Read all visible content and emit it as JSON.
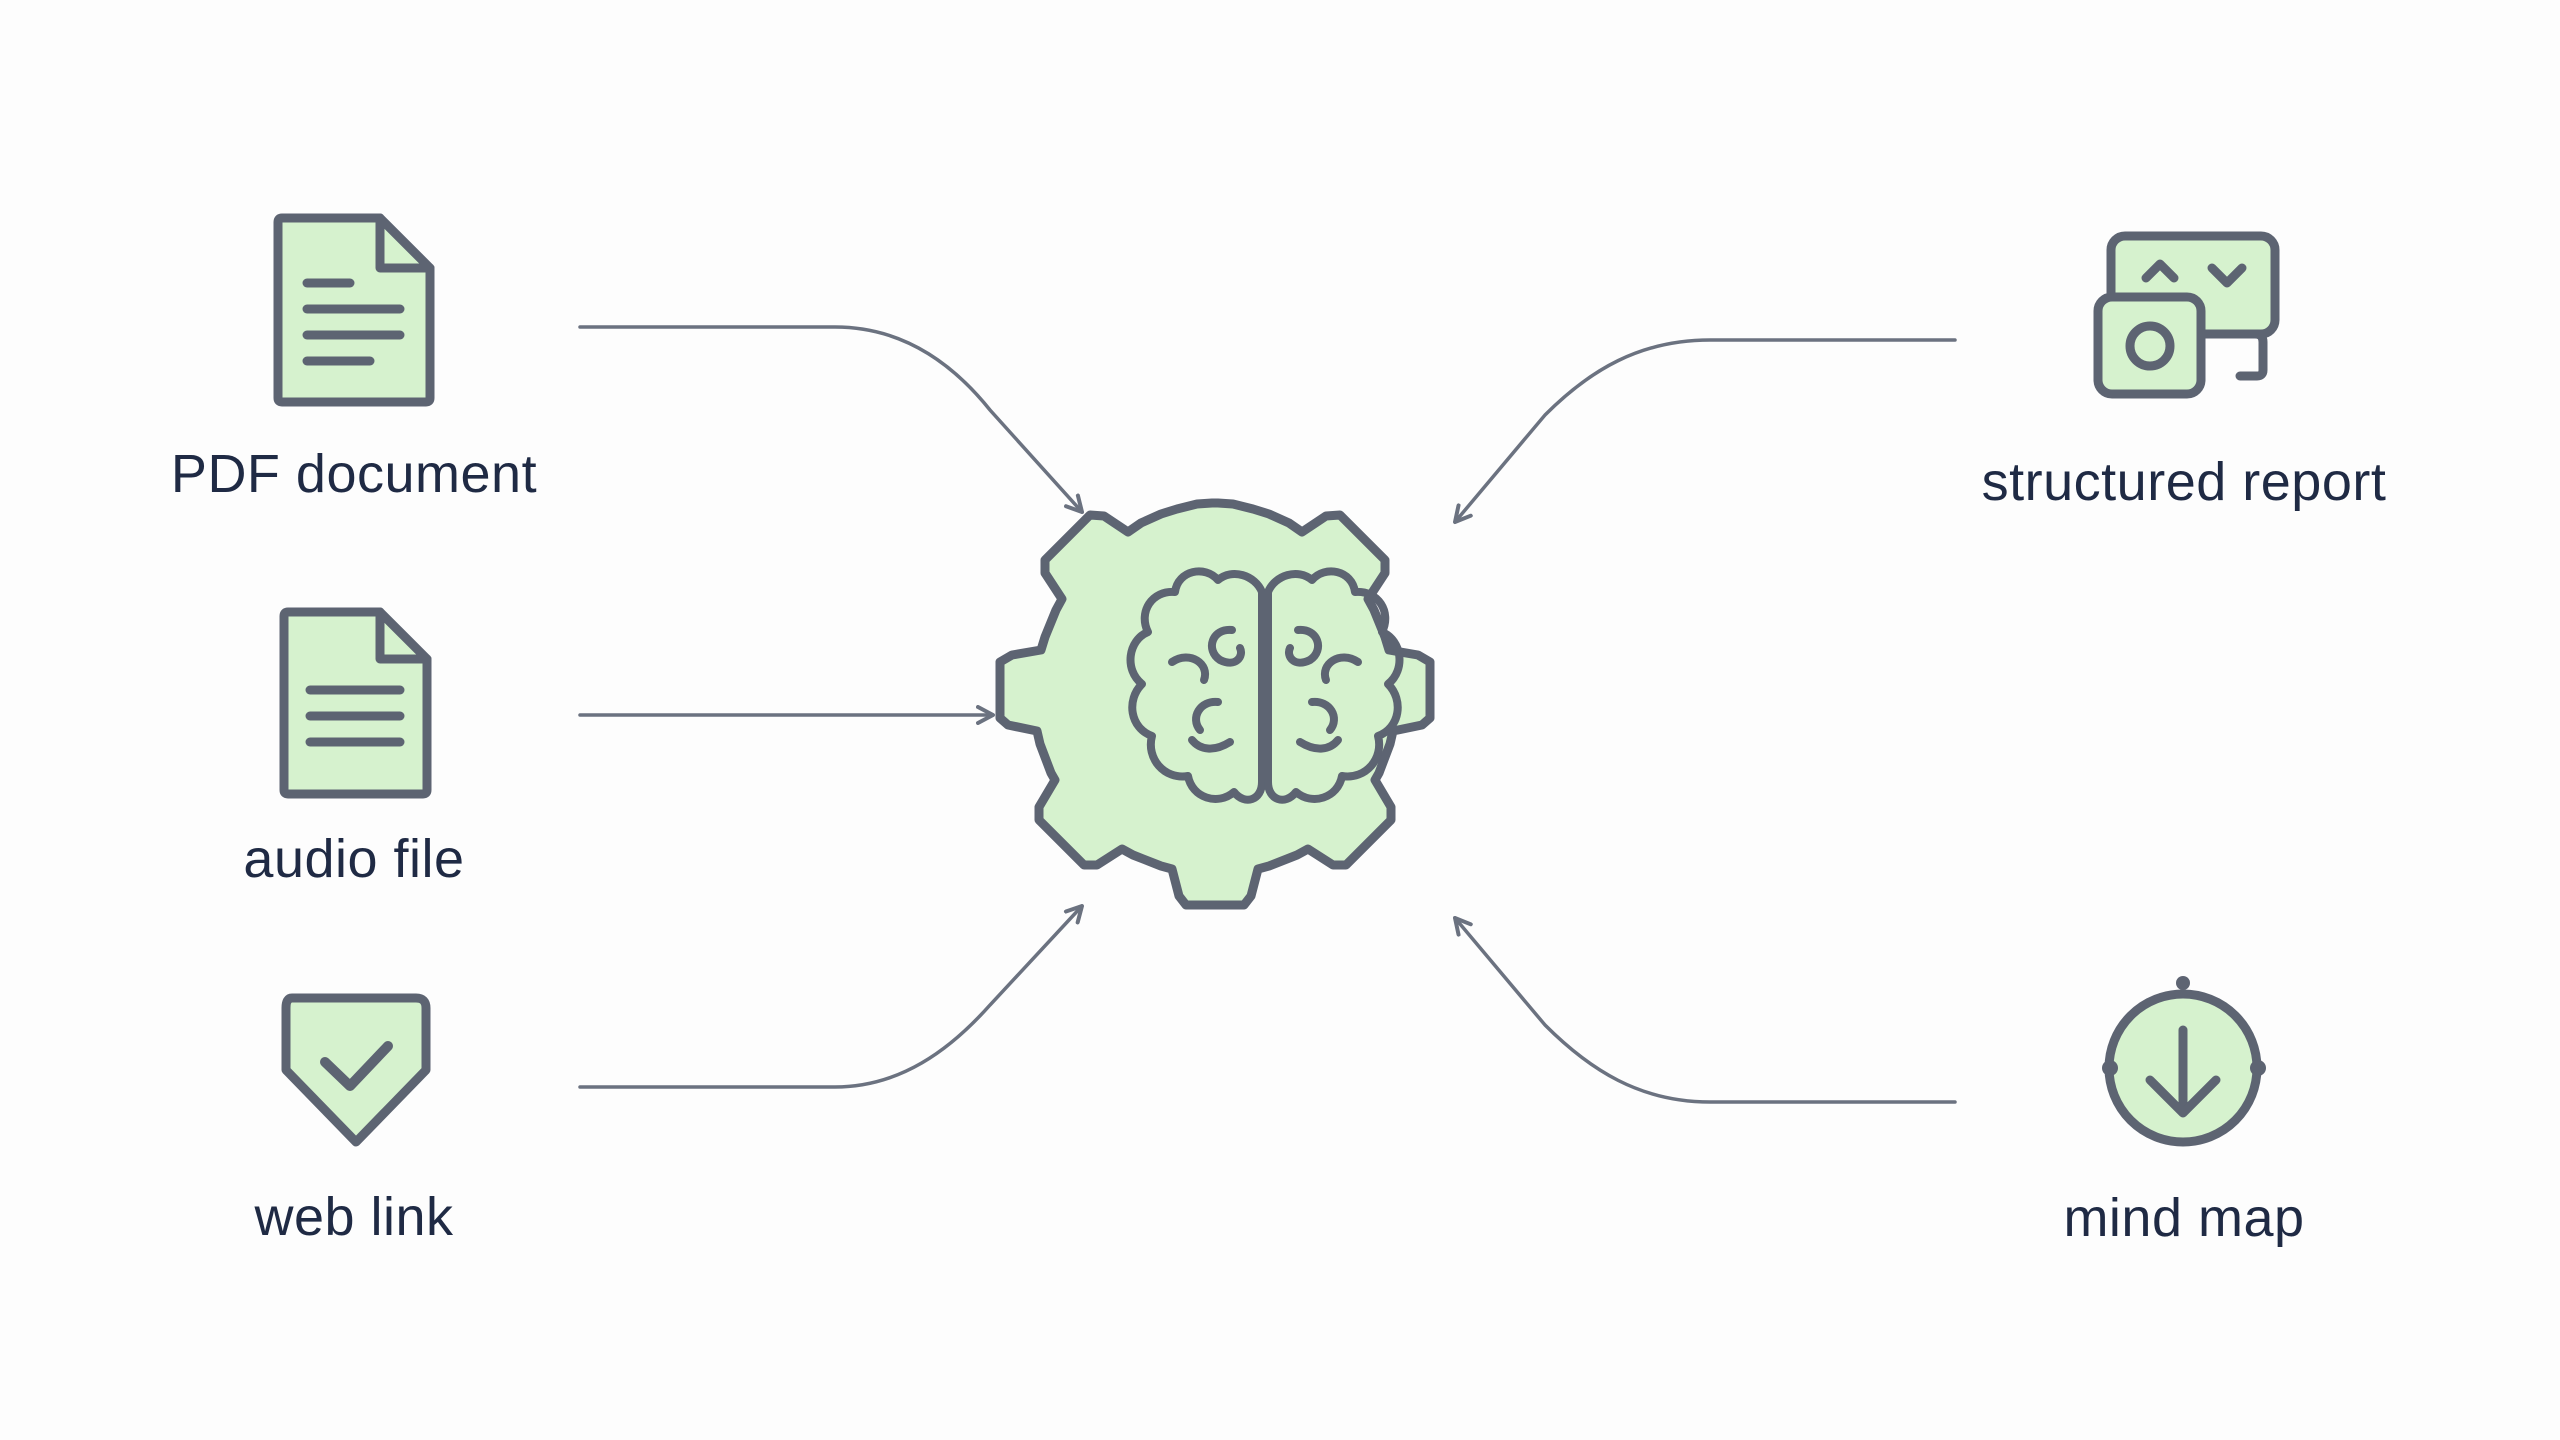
{
  "inputs": [
    {
      "label": "PDF document",
      "icon": "document-icon"
    },
    {
      "label": "audio file",
      "icon": "document-icon"
    },
    {
      "label": "web link",
      "icon": "shield-check-icon"
    }
  ],
  "outputs": [
    {
      "label": "structured report",
      "icon": "dashboard-widgets-icon"
    },
    {
      "label": "mind map",
      "icon": "download-circle-icon"
    }
  ],
  "center": {
    "icon": "brain-gear-icon"
  },
  "colors": {
    "icon_fill": "#d6f2ce",
    "icon_stroke": "#5d6472",
    "connector": "#6b7280",
    "text": "#1f2a44",
    "background": "#fdfdfd"
  }
}
